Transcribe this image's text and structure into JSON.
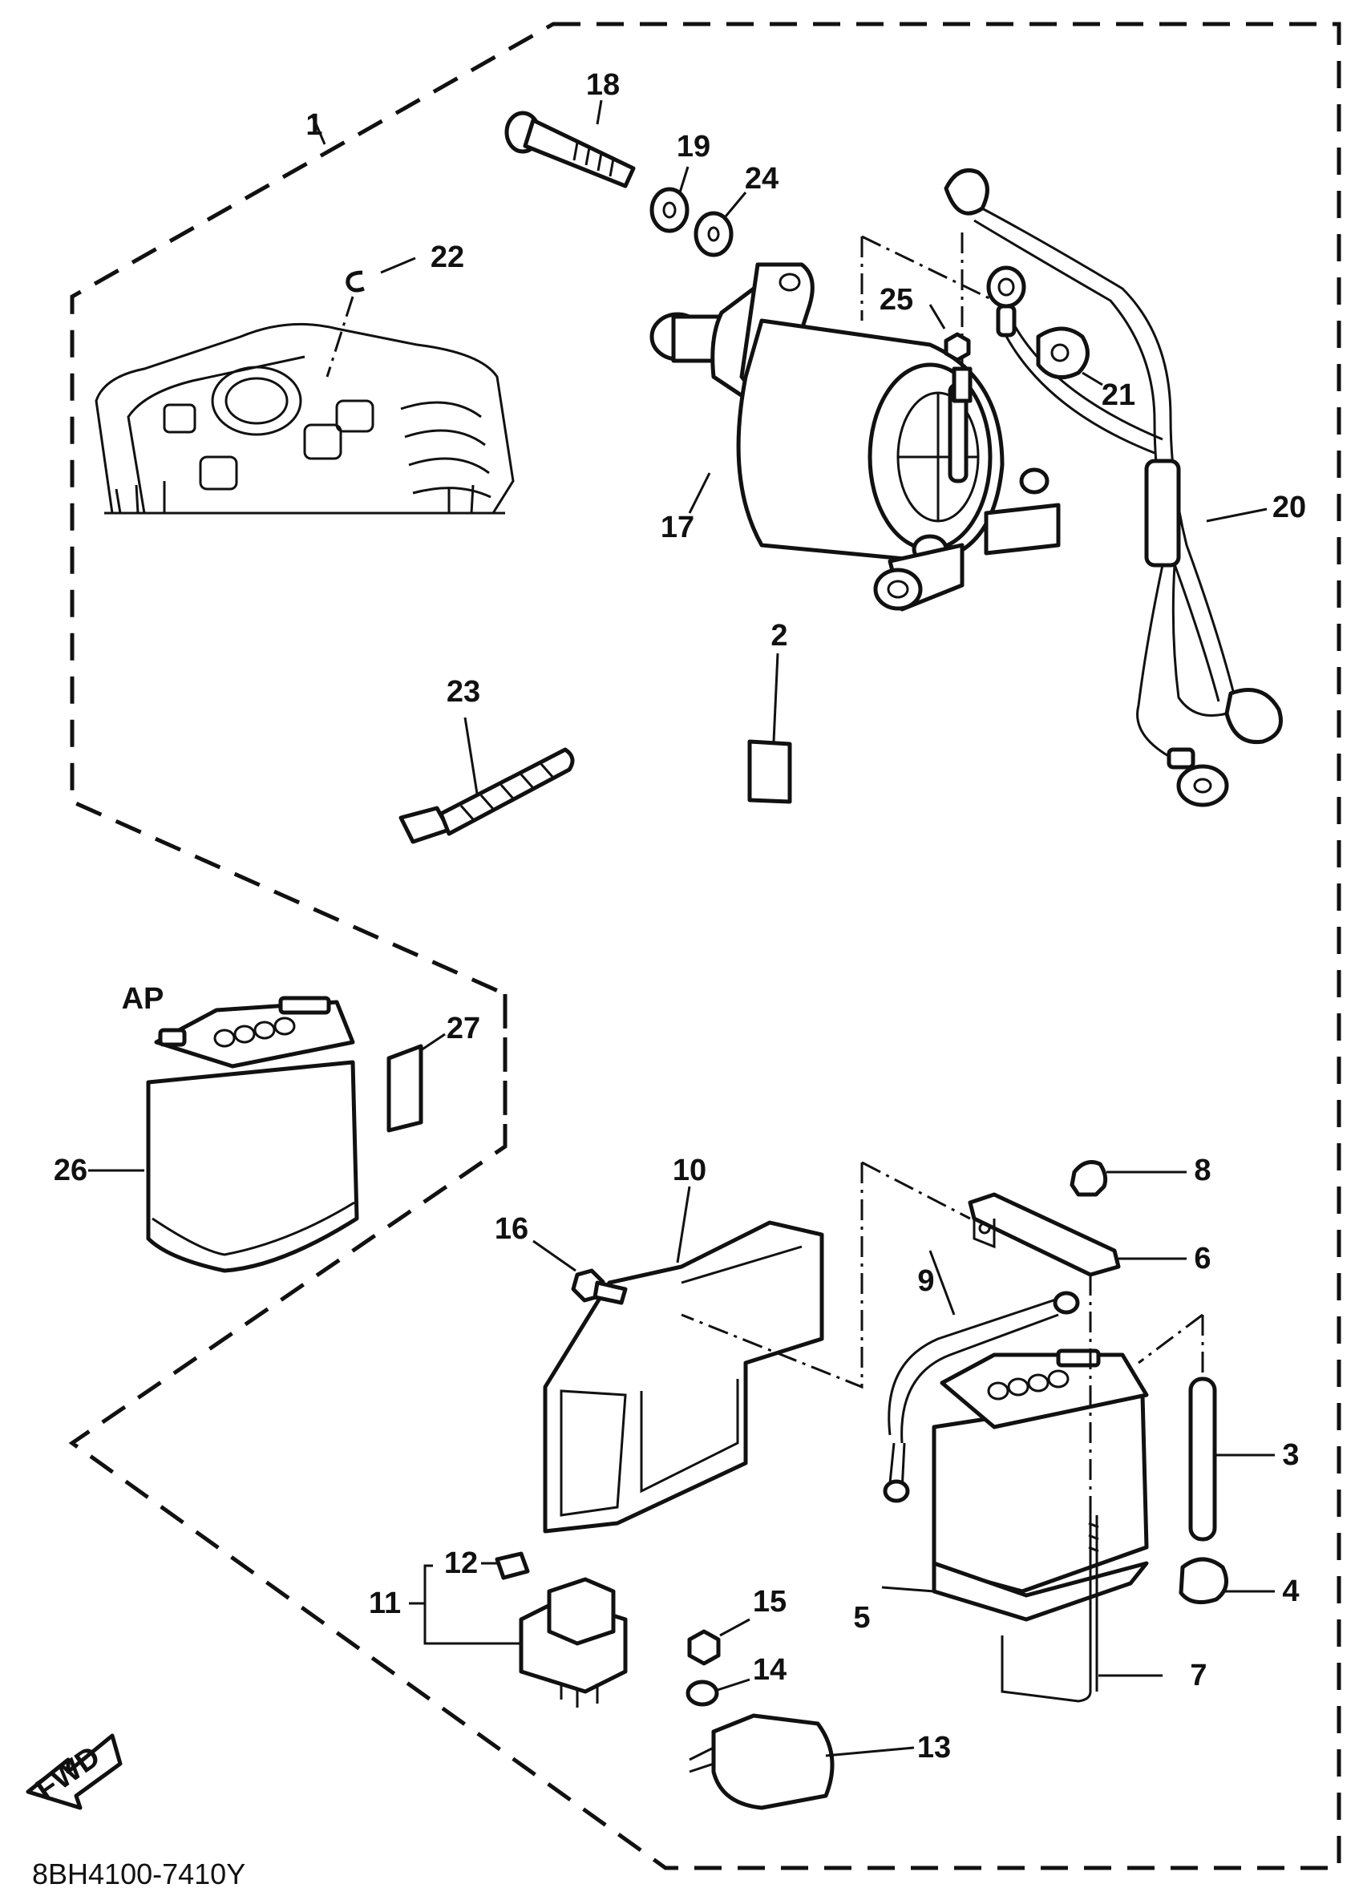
{
  "diagram": {
    "fwd_label": "FWD",
    "drawing_number": "8BH4100-7410Y",
    "group_label": "AP",
    "callouts": {
      "p1": "1",
      "p2": "2",
      "p3": "3",
      "p4": "4",
      "p5": "5",
      "p6": "6",
      "p7": "7",
      "p8": "8",
      "p9": "9",
      "p10": "10",
      "p11": "11",
      "p12": "12",
      "p13": "13",
      "p14": "14",
      "p15": "15",
      "p16": "16",
      "p17": "17",
      "p18": "18",
      "p19": "19",
      "p20": "20",
      "p21": "21",
      "p22": "22",
      "p23": "23",
      "p24": "24",
      "p25": "25",
      "p26": "26",
      "p27": "27"
    }
  }
}
